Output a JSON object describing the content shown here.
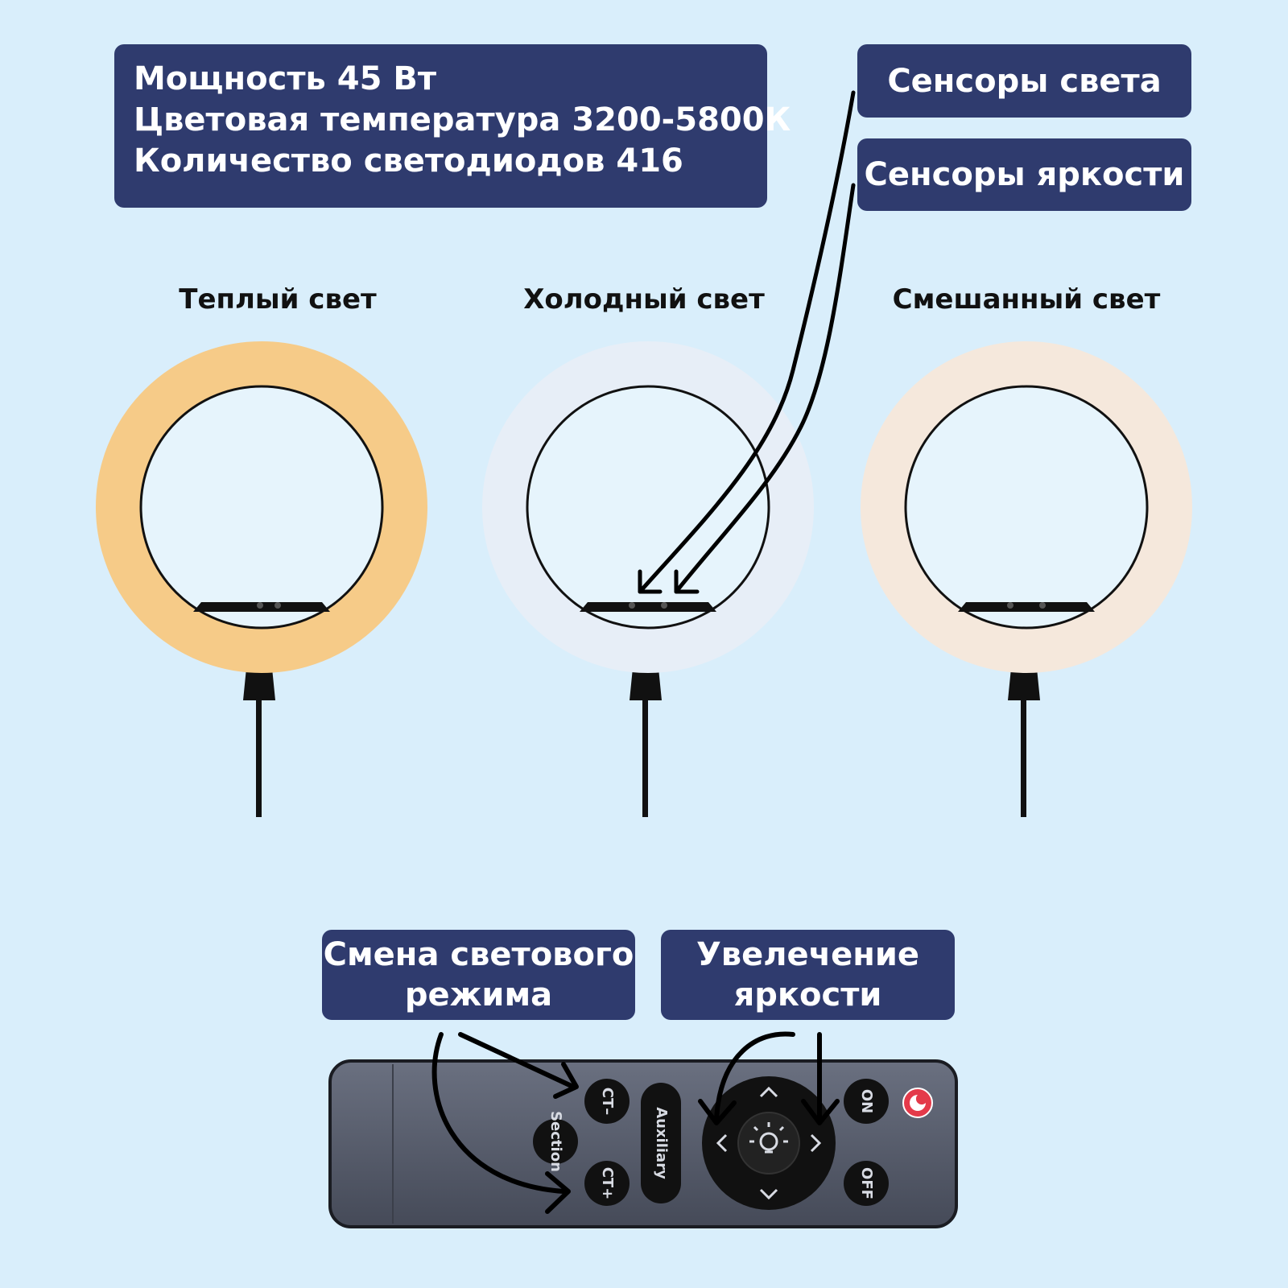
{
  "specs": {
    "line1": "Мощность 45 Вт",
    "line2": "Цветовая температура 3200-5800К",
    "line3": "Количество светодиодов 416"
  },
  "labels": {
    "light_sensors": "Сенсоры света",
    "brightness_sensors": "Сенсоры яркости",
    "mode_change_line1": "Смена светового",
    "mode_change_line2": "режима",
    "brightness_up_line1": "Увелечение",
    "brightness_up_line2": "яркости"
  },
  "rings": [
    {
      "title": "Теплый свет",
      "color": "#f6cb88"
    },
    {
      "title": "Холодный свет",
      "color": "#e7eef7"
    },
    {
      "title": "Смешанный свет",
      "color": "#f5e8dc"
    }
  ],
  "remote": {
    "ct_minus": "CT–",
    "ct_plus": "CT+",
    "section": "Section",
    "auxiliary": "Auxiliary",
    "on": "ON",
    "off": "OFF",
    "power_color": "#e43a4a",
    "body_color": "#545a6a"
  }
}
